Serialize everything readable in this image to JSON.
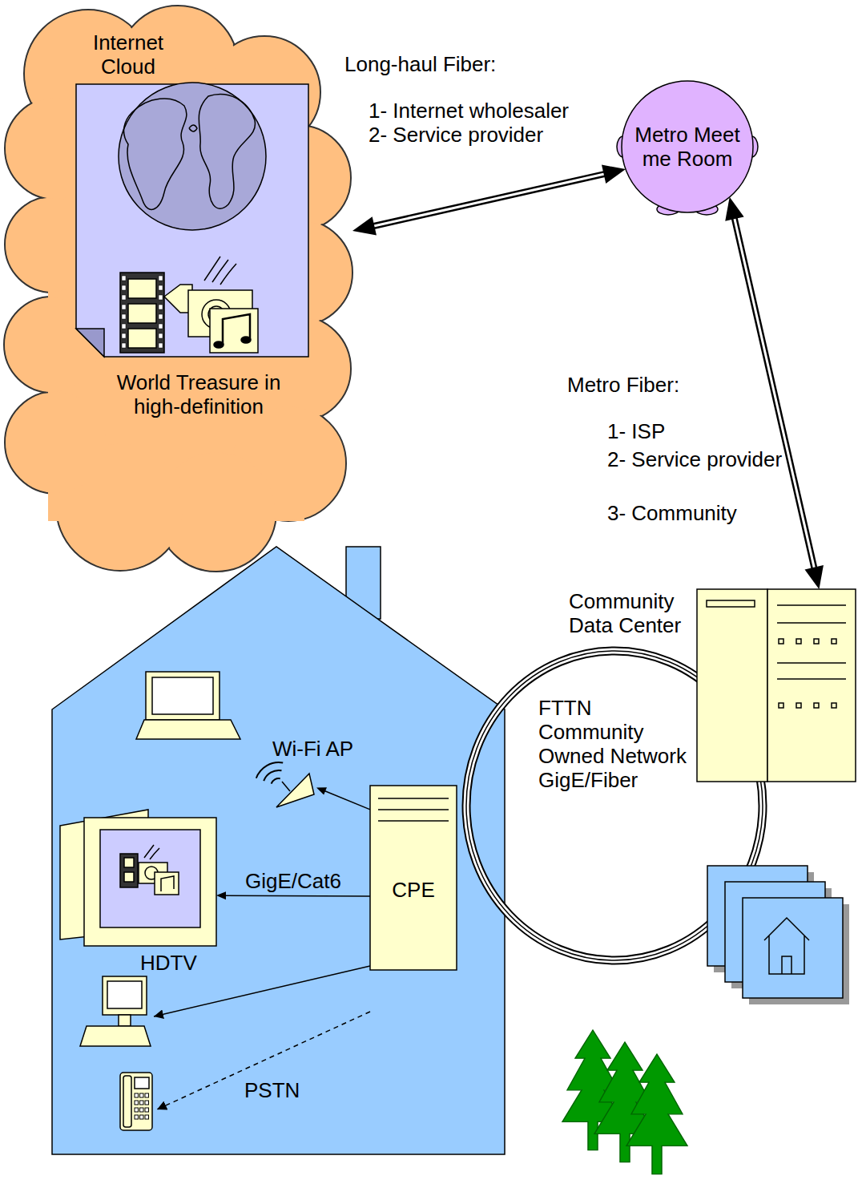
{
  "diagram": {
    "nodes": [
      {
        "text": [
          "Internet Cloud",
          "World Treasure in high-definition"
        ]
      },
      {
        "text": [
          "Metro Meet me Room"
        ]
      },
      {
        "text": [
          "Community Data Center"
        ]
      },
      {
        "text": [
          "CPE"
        ]
      },
      {
        "text": [
          "HDTV"
        ]
      },
      {
        "text": [
          "Wi-Fi AP"
        ]
      },
      {
        "text": [
          "FTTN Community Owned Network GigE/Fiber"
        ]
      }
    ],
    "edges": [
      {
        "from": 0,
        "to": 1,
        "arrow": "both"
      },
      {
        "from": 1,
        "to": 2,
        "arrow": "both"
      },
      {
        "from": 3,
        "to": 5,
        "arrow": "to"
      },
      {
        "from": 3,
        "to": 4,
        "arrow": "to",
        "label": "GigE/Cat6"
      }
    ],
    "labels": [
      "Long-haul Fiber:",
      "1- Internet wholesaler",
      "2- Service provider",
      "Metro Fiber:",
      "1- ISP",
      "2- Service provider",
      "3- Community",
      "PSTN"
    ]
  }
}
